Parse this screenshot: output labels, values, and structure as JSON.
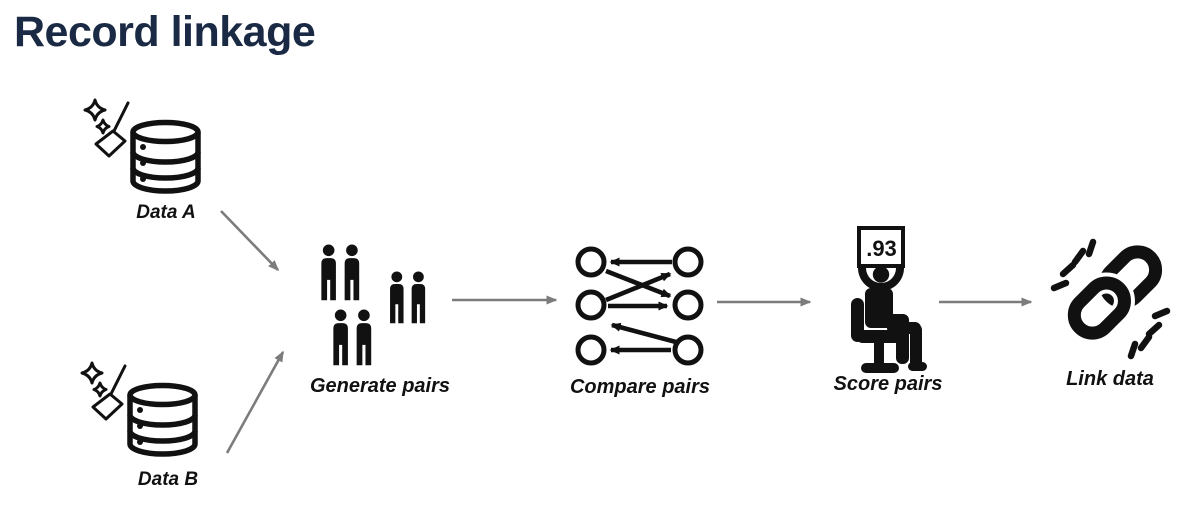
{
  "title": {
    "text": "Record linkage",
    "color": "#1b2a44"
  },
  "colors": {
    "icon": "#111111",
    "flow_arrow": "#7c7c7c",
    "label": "#111111",
    "background": "#ffffff"
  },
  "nodes": {
    "data_a": {
      "label": "Data A",
      "icon": "database-with-cleaning-broom-icon"
    },
    "data_b": {
      "label": "Data B",
      "icon": "database-with-cleaning-broom-icon"
    },
    "generate_pairs": {
      "label": "Generate pairs",
      "icon": "people-pairs-icon"
    },
    "compare_pairs": {
      "label": "Compare pairs",
      "icon": "bipartite-comparison-arrows-icon"
    },
    "score_pairs": {
      "label": "Score pairs",
      "icon": "seated-person-holding-scorecard-icon",
      "score": ".93"
    },
    "link_data": {
      "label": "Link data",
      "icon": "chain-link-sparkle-icon"
    }
  },
  "flow": [
    {
      "from": "Data A",
      "to": "Generate pairs"
    },
    {
      "from": "Data B",
      "to": "Generate pairs"
    },
    {
      "from": "Generate pairs",
      "to": "Compare pairs"
    },
    {
      "from": "Compare pairs",
      "to": "Score pairs"
    },
    {
      "from": "Score pairs",
      "to": "Link data"
    }
  ]
}
